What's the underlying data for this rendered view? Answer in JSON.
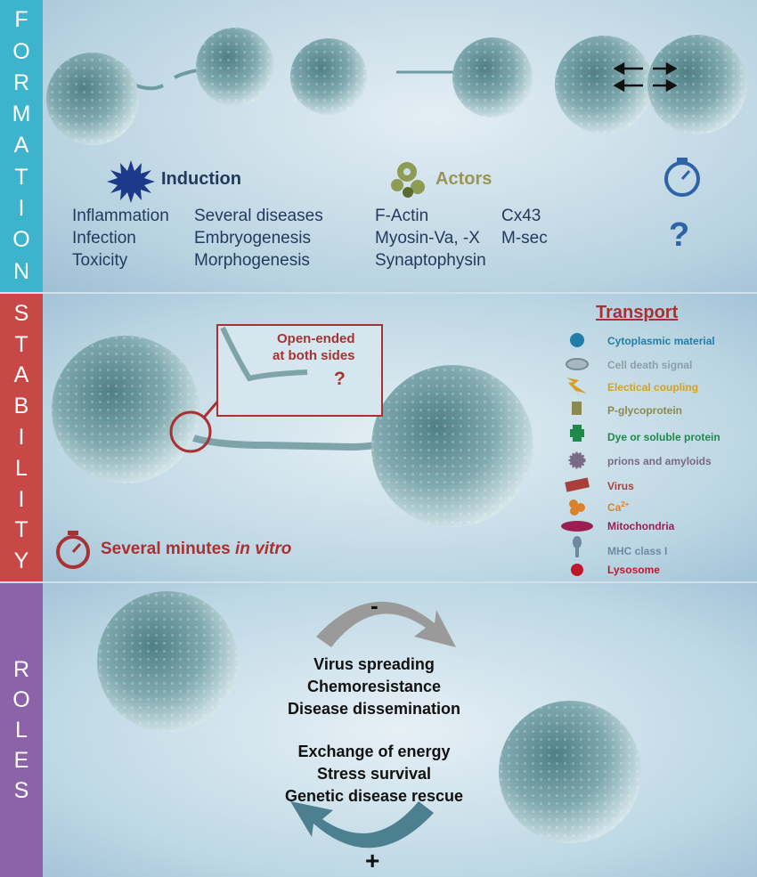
{
  "formation": {
    "side_letters": [
      "F",
      "O",
      "R",
      "M",
      "A",
      "T",
      "I",
      "O",
      "N"
    ],
    "induction": {
      "title": "Induction",
      "col1": [
        "Inflammation",
        "Infection",
        "Toxicity"
      ],
      "col2": [
        "Several diseases",
        "Embryogenesis",
        "Morphogenesis"
      ]
    },
    "actors": {
      "title": "Actors",
      "col1": [
        "F-Actin",
        "Myosin-Va, -X",
        "Synaptophysin"
      ],
      "col2": [
        "Cx43",
        "M-sec"
      ]
    },
    "question": "?"
  },
  "stability": {
    "side_letters": [
      "S",
      "T",
      "A",
      "B",
      "I",
      "L",
      "I",
      "T",
      "Y"
    ],
    "callout": {
      "line1": "Open-ended",
      "line2": "at both sides",
      "question": "?"
    },
    "duration_prefix": "Several minutes ",
    "duration_italic": "in vitro",
    "transport": {
      "title": "Transport",
      "items": [
        {
          "label": "Cytoplasmic material",
          "color": "#1f7fa8",
          "icon": "cytoplasm-icon"
        },
        {
          "label": "Cell death signal",
          "color": "#8aa0a8",
          "icon": "death-signal-icon"
        },
        {
          "label": "Electical coupling",
          "color": "#d7a21a",
          "icon": "lightning-icon"
        },
        {
          "label": "P-glycoprotein",
          "color": "#8a8a50",
          "icon": "pgp-icon"
        },
        {
          "label": "Dye or soluble protein",
          "color": "#1f8a4a",
          "icon": "dye-icon"
        },
        {
          "label": "prions and amyloids",
          "color": "#7a6a86",
          "icon": "prion-icon"
        },
        {
          "label": "Virus",
          "color": "#a8403a",
          "icon": "virus-icon"
        },
        {
          "label": "Ca",
          "sup": "2+",
          "color": "#d9822a",
          "icon": "calcium-icon"
        },
        {
          "label": "Mitochondria",
          "color": "#9a1f52",
          "icon": "mitochondria-icon"
        },
        {
          "label": "MHC class I",
          "color": "#6f8aa0",
          "icon": "mhc-icon"
        },
        {
          "label": "Lysosome",
          "color": "#c0182a",
          "icon": "lysosome-icon"
        }
      ]
    }
  },
  "roles": {
    "side_letters": [
      "R",
      "O",
      "L",
      "E",
      "S"
    ],
    "minus_sign": "-",
    "plus_sign": "+",
    "negative": [
      "Virus spreading",
      "Chemoresistance",
      "Disease dissemination"
    ],
    "positive": [
      "Exchange of energy",
      "Stress survival",
      "Genetic disease rescue"
    ]
  },
  "colors": {
    "formation_side": "#3db3cc",
    "stability_side": "#c84848",
    "roles_side": "#8c63a8",
    "navy": "#233a5c",
    "olive": "#9a9458",
    "red": "#a83232",
    "blue_icon": "#2e63a8"
  }
}
